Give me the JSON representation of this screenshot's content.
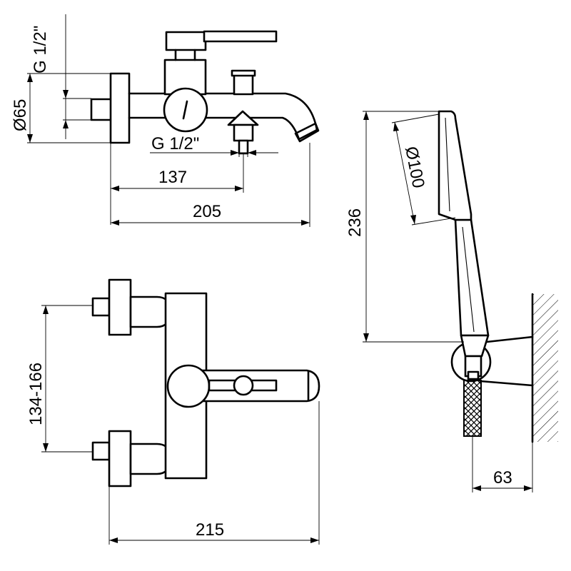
{
  "labels": {
    "thread_inlet": "G 1/2\"",
    "diameter_inlet": "Ø65",
    "thread_outlet": "G 1/2\"",
    "dim_137": "137",
    "dim_205": "205",
    "dim_centers": "134-166",
    "dim_215": "215",
    "dim_236": "236",
    "diameter_head": "Ø100",
    "dim_63": "63"
  },
  "colors": {
    "line": "#000000",
    "background": "#ffffff"
  }
}
